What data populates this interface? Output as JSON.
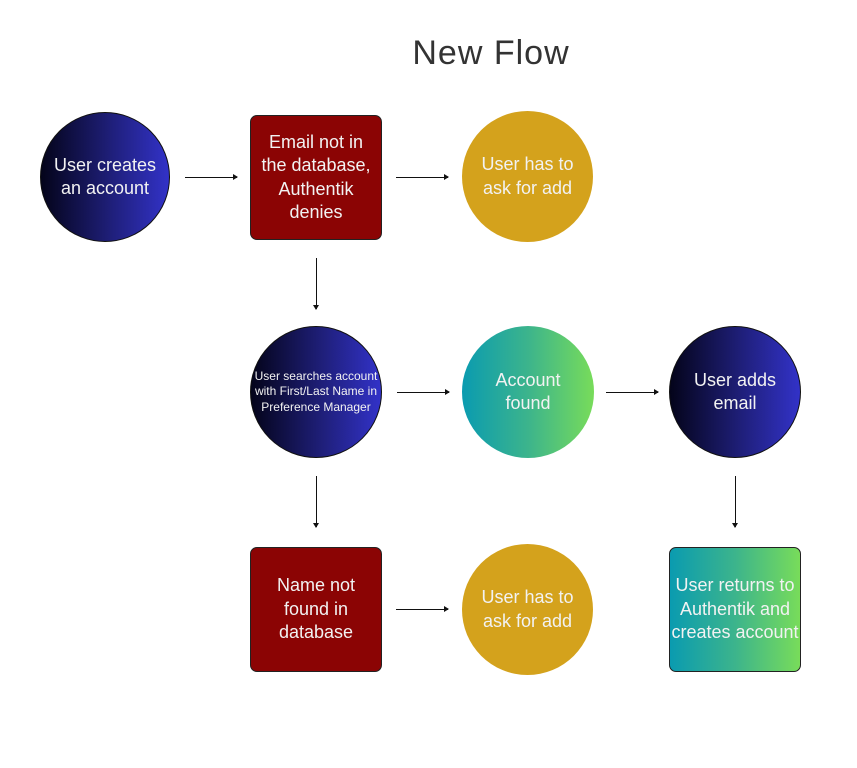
{
  "title": "New Flow",
  "nodes": {
    "user_creates_account": "User creates an account",
    "email_not_in_db": "Email not in the database, Authentik denies",
    "ask_for_add_1": "User has to ask for add",
    "user_searches_account": "User searches account with First/Last Name in Preference Manager",
    "account_found": "Account found",
    "user_adds_email": "User adds email",
    "name_not_found": "Name not found in database",
    "ask_for_add_2": "User has to ask for add",
    "user_returns": "User returns to Authentik and creates account"
  },
  "colors": {
    "navy": "#1f1f7a",
    "red": "#8b0404",
    "gold": "#d4a21c",
    "teal_start": "#0a9bb0",
    "green_end": "#78dc5a"
  }
}
